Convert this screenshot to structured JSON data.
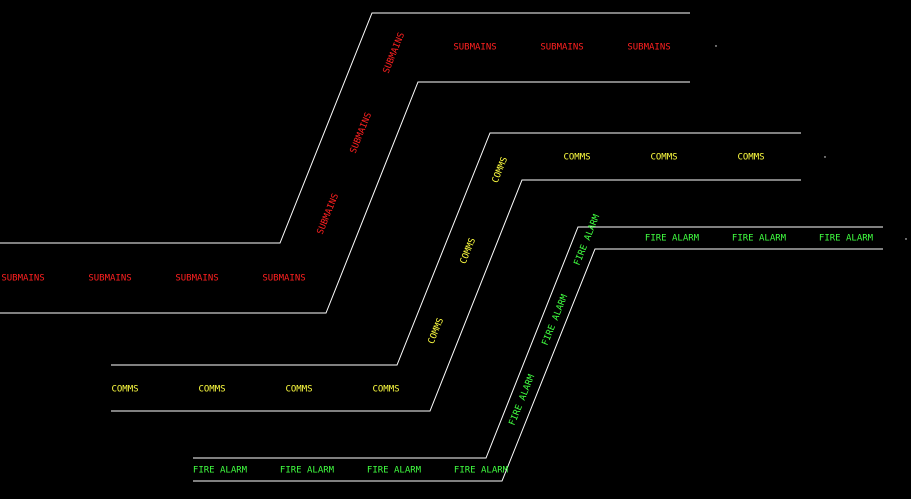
{
  "drawing": {
    "background": "#000000",
    "line_color": "#ffffff",
    "runs": [
      {
        "id": "submains",
        "label": "SUBMAINS",
        "color": "#ff2020"
      },
      {
        "id": "comms",
        "label": "COMMS",
        "color": "#ffff40"
      },
      {
        "id": "fire-alarm",
        "label": "FIRE ALARM",
        "color": "#40ff40"
      }
    ]
  }
}
